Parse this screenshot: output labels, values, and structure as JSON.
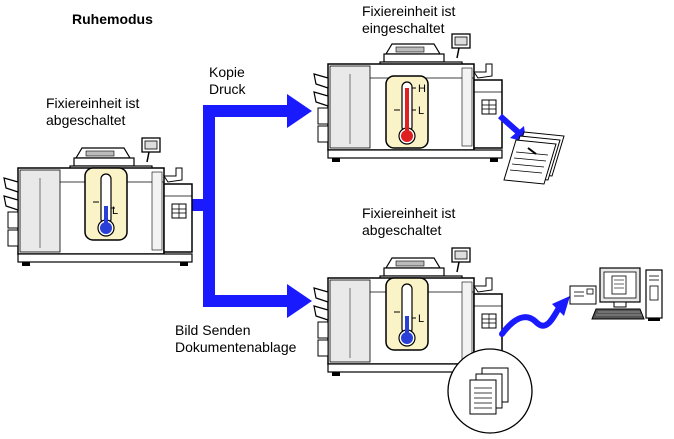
{
  "title": "Ruhemodus",
  "printer_left": {
    "label_line1": "Fixiereinheit ist",
    "label_line2": "abgeschaltet",
    "thermo_mark": "L"
  },
  "printer_top": {
    "label_line1": "Fixiereinheit ist",
    "label_line2": "eingeschaltet",
    "thermo_mark_high": "H",
    "thermo_mark_low": "L"
  },
  "printer_bottom": {
    "label_line1": "Fixiereinheit ist",
    "label_line2": "abgeschaltet",
    "thermo_mark": "L"
  },
  "arrow_top_label": {
    "line1": "Kopie",
    "line2": "Druck"
  },
  "arrow_bottom_label": {
    "line1": "Bild Senden",
    "line2": "Dokumentenablage"
  },
  "colors": {
    "arrow": "#1a1aff",
    "thermo_cold": "#2a3fd6",
    "thermo_hot": "#e02020",
    "thermo_panel": "#fbf3c8"
  }
}
